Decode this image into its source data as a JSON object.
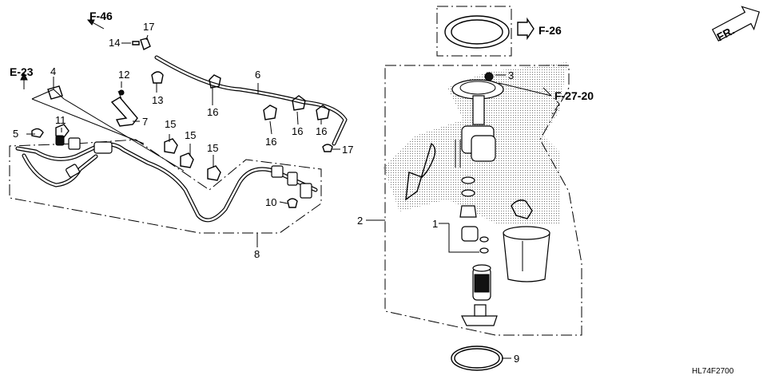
{
  "diagram": {
    "ref_codes": {
      "f46": "F-46",
      "e23": "E-23",
      "f26": "F-26",
      "f2720": "F-27-20",
      "fr": "FR."
    },
    "callouts": {
      "c1": "1",
      "c2": "2",
      "c3": "3",
      "c4": "4",
      "c5": "5",
      "c6": "6",
      "c7": "7",
      "c8": "8",
      "c9": "9",
      "c10": "10",
      "c11": "11",
      "c12": "12",
      "c13": "13",
      "c14": "14",
      "c15a": "15",
      "c15b": "15",
      "c15c": "15",
      "c16a": "16",
      "c16b": "16",
      "c16c": "16",
      "c16d": "16",
      "c17a": "17",
      "c17b": "17"
    },
    "diagram_code": "HL74F2700"
  }
}
